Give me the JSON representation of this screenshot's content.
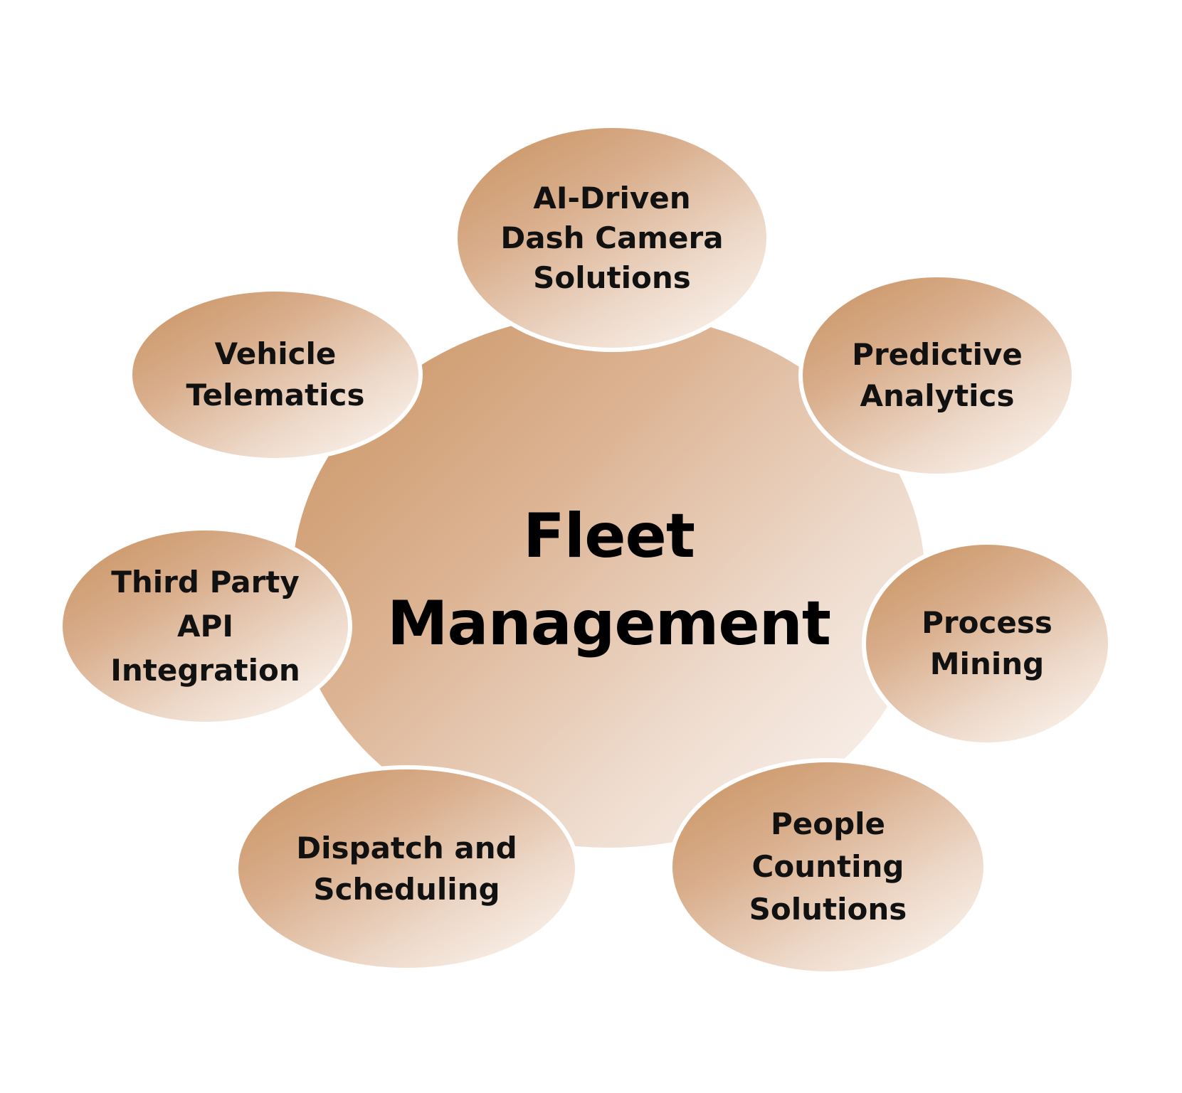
{
  "diagram": {
    "center": {
      "label": "Fleet\nManagement",
      "color": "#c8915f"
    },
    "nodes": [
      {
        "id": "ai",
        "label": "AI-Driven\nDash Camera\nSolutions"
      },
      {
        "id": "predictive",
        "label": "Predictive\nAnalytics"
      },
      {
        "id": "process",
        "label": "Process\nMining"
      },
      {
        "id": "people",
        "label": "People\nCounting\nSolutions"
      },
      {
        "id": "dispatch",
        "label": "Dispatch and\nScheduling"
      },
      {
        "id": "thirdparty",
        "label": "Third Party\nAPI\nIntegration"
      },
      {
        "id": "vehicle",
        "label": "Vehicle\nTelematics"
      }
    ],
    "colors": {
      "gradient_start": "#c8915f",
      "gradient_end": "#fdf9f6",
      "text": "#000000"
    }
  }
}
